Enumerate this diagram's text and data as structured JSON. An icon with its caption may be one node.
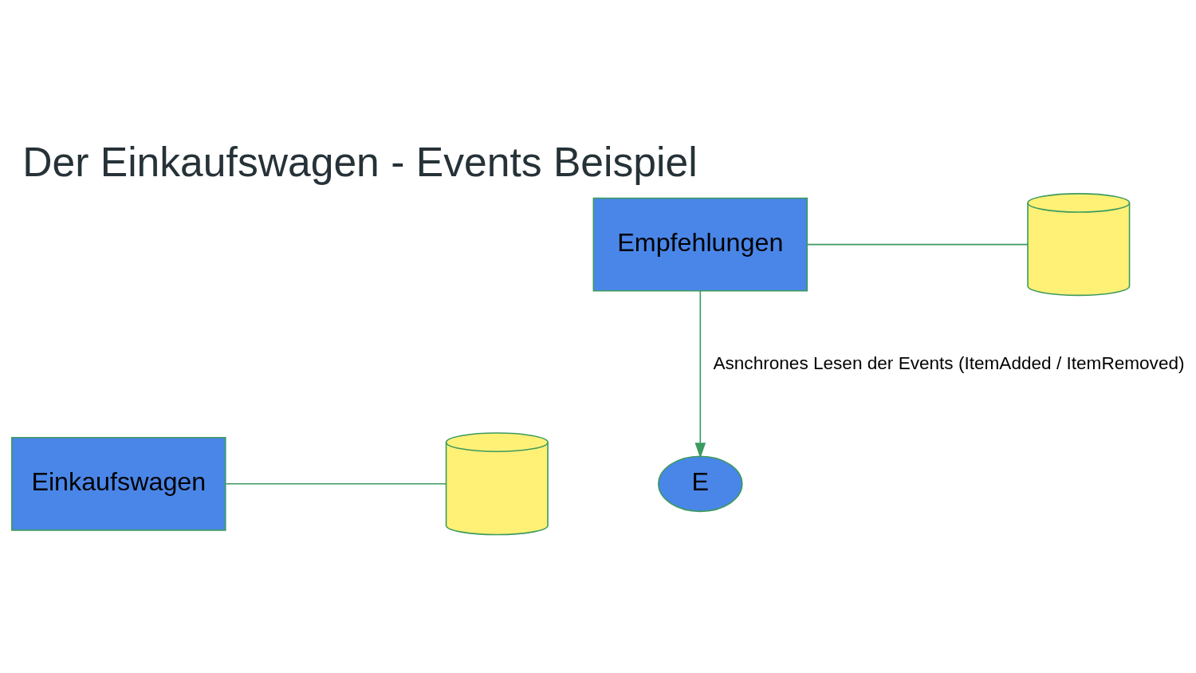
{
  "diagram": {
    "title": "Der Einkaufswagen - Events Beispiel",
    "nodes": [
      {
        "text": [
          "Einkaufswagen"
        ]
      },
      {
        "text": [],
        "shape": "cylinder"
      },
      {
        "text": [
          "E"
        ]
      },
      {
        "text": [
          "Empfehlungen"
        ]
      },
      {
        "text": [],
        "shape": "cylinder"
      }
    ],
    "edges": [
      {
        "from": 0,
        "to": 1,
        "arrow": "none"
      },
      {
        "from": 3,
        "to": 2,
        "arrow": "to",
        "label": "Asnchrones Lesen der Events (ItemAdded / ItemRemoved)"
      },
      {
        "from": 3,
        "to": 4,
        "arrow": "none"
      }
    ]
  }
}
